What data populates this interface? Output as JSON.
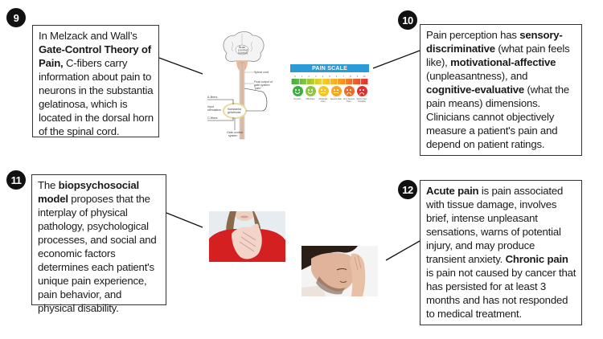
{
  "callouts": [
    {
      "number": "9",
      "segments": [
        {
          "text": "In Melzack and Wall’s ",
          "bold": false
        },
        {
          "text": "Gate-Control Theory of Pain,",
          "bold": true
        },
        {
          "text": " C-fibers carry information about pain to neurons in the substantia gelatinosa, which is located in the dorsal horn of the spinal cord.",
          "bold": false
        }
      ]
    },
    {
      "number": "10",
      "segments": [
        {
          "text": "Pain perception has ",
          "bold": false
        },
        {
          "text": "sensory-discriminative",
          "bold": true
        },
        {
          "text": " (what pain feels like), ",
          "bold": false
        },
        {
          "text": "motivational-affective",
          "bold": true
        },
        {
          "text": " (unpleasantness), and ",
          "bold": false
        },
        {
          "text": "cognitive-evaluative",
          "bold": true
        },
        {
          "text": " (what the pain means) dimensions. Clinicians cannot objectively measure a patient's pain and depend on patient ratings.",
          "bold": false
        }
      ]
    },
    {
      "number": "11",
      "segments": [
        {
          "text": "The ",
          "bold": false
        },
        {
          "text": "biopsychosocial model",
          "bold": true
        },
        {
          "text": " proposes that the interplay of physical pathology, psychological processes, and social and economic factors determines each patient's unique pain experience, pain behavior, and physical disability.",
          "bold": false
        }
      ]
    },
    {
      "number": "12",
      "segments": [
        {
          "text": "Acute pain",
          "bold": true
        },
        {
          "text": " is pain associated with tissue damage, involves brief, intense unpleasant sensations, warns of potential injury, and may produce transient anxiety. ",
          "bold": false
        },
        {
          "text": "Chronic pain",
          "bold": true
        },
        {
          "text": " is pain not caused by cancer that has persisted for at least 3 months and has not responded to medical treatment.",
          "bold": false
        }
      ]
    }
  ],
  "gate_diagram": {
    "labels": {
      "brain": "Brain (central control)",
      "spinal_cord": "Spinal cord",
      "final_output": "Final output of gate system: \"pain\"",
      "a_fibers": "A-fibers",
      "input": "Input stimulation",
      "substantia": "Substantia gelatinosa",
      "c_fibers": "C-fibers",
      "gate_system": "Gate-control system"
    }
  },
  "pain_scale": {
    "title": "PAIN SCALE",
    "numbers": [
      "0",
      "1",
      "2",
      "3",
      "4",
      "5",
      "6",
      "7",
      "8",
      "9",
      "10"
    ],
    "colors": {
      "header": "#2a9bd6"
    },
    "faces": [
      {
        "label": "No Pain",
        "color": "#3cae3f",
        "mouth": "smile"
      },
      {
        "label": "Mild Pain",
        "color": "#8cc63e",
        "mouth": "smile"
      },
      {
        "label": "Moderate Pain",
        "color": "#f6c423",
        "mouth": "flat"
      },
      {
        "label": "Severe Pain",
        "color": "#f8a523",
        "mouth": "flat"
      },
      {
        "label": "Very Severe Pain",
        "color": "#f26a25",
        "mouth": "frown"
      },
      {
        "label": "Worst Pain Possible",
        "color": "#e52d2d",
        "mouth": "frown"
      }
    ]
  },
  "photos": {
    "hands": "woman holding painful hand",
    "headache": "man with headache"
  }
}
